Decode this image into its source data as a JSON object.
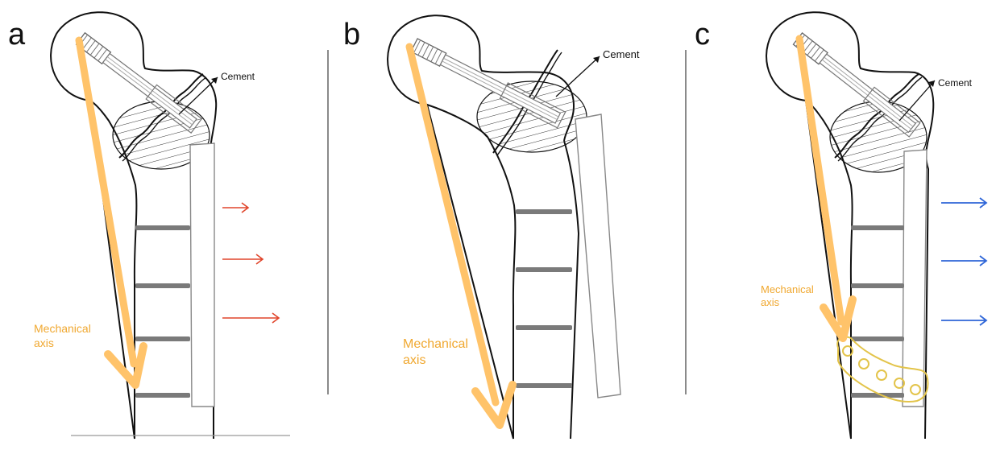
{
  "panels": [
    {
      "letter": "a",
      "cement_label": "Cement",
      "axis_label_line1": "Mechanical",
      "axis_label_line2": "axis",
      "arrow_color": "#e0452b"
    },
    {
      "letter": "b",
      "cement_label": "Cement",
      "axis_label_line1": "Mechanical",
      "axis_label_line2": "axis",
      "arrow_color": ""
    },
    {
      "letter": "c",
      "cement_label": "Cement",
      "axis_label_line1": "Mechanical",
      "axis_label_line2": "axis",
      "arrow_color": "#2f66d8"
    }
  ],
  "colors": {
    "axis_arrow": "#ffc36a",
    "axis_text": "#f0a830",
    "bone_outline": "#111111",
    "plate_outline": "#888888",
    "screw": "#7a7a7a",
    "cement_hatch": "#333333",
    "fixation_plate": "#e3c44a"
  }
}
